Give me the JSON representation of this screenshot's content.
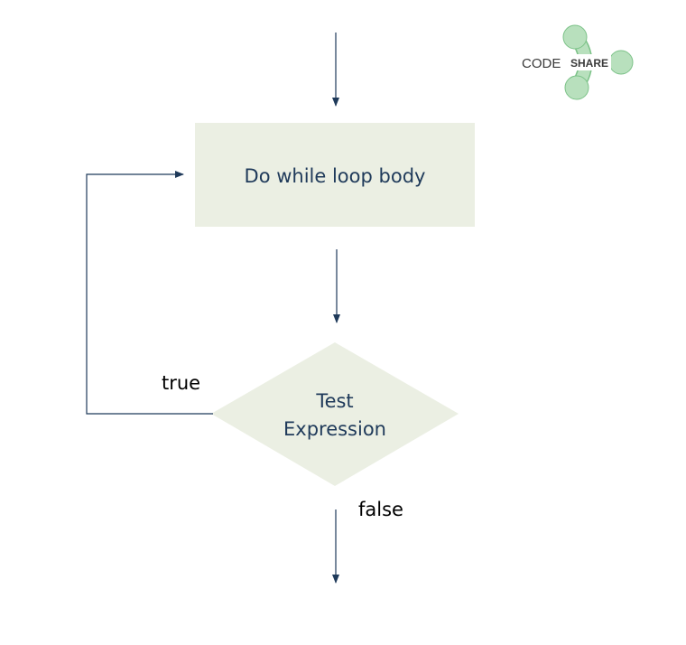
{
  "nodes": {
    "loop_body": {
      "label": "Do while loop body"
    },
    "test_expression": {
      "line1": "Test",
      "line2": "Expression"
    }
  },
  "edges": {
    "true_label": "true",
    "false_label": "false"
  },
  "logo": {
    "part1": "CODE",
    "part2": "SHARE"
  },
  "colors": {
    "node_fill": "#ebefe3",
    "node_text": "#1f3a5a",
    "arrow": "#1f3a5a",
    "edge_label": "#000000",
    "logo_green": "#b8e0bd",
    "logo_green_stroke": "#7cc288",
    "logo_text": "#3a3a3a"
  }
}
